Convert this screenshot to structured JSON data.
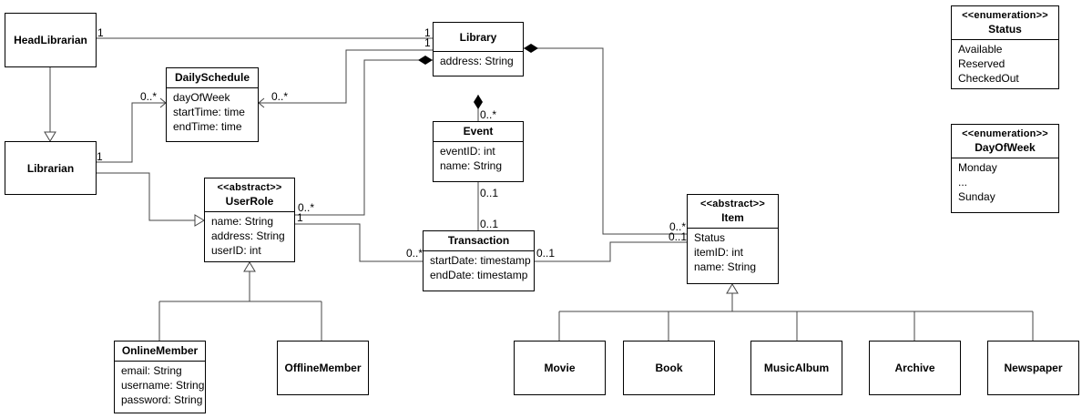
{
  "classes": {
    "head_librarian": {
      "name": "HeadLibrarian"
    },
    "librarian": {
      "name": "Librarian"
    },
    "daily_schedule": {
      "name": "DailySchedule",
      "attributes": [
        "dayOfWeek",
        "startTime: time",
        "endTime: time"
      ]
    },
    "library": {
      "name": "Library",
      "attributes": [
        "address: String"
      ]
    },
    "event": {
      "name": "Event",
      "attributes": [
        "eventID: int",
        "name: String"
      ]
    },
    "user_role": {
      "stereotype": "<<abstract>>",
      "name": "UserRole",
      "attributes": [
        "name: String",
        "address: String",
        "userID: int"
      ]
    },
    "transaction": {
      "name": "Transaction",
      "attributes": [
        "startDate: timestamp",
        "endDate: timestamp"
      ]
    },
    "item": {
      "stereotype": "<<abstract>>",
      "name": "Item",
      "attributes": [
        "Status",
        "itemID: int",
        "name: String"
      ]
    },
    "online_member": {
      "name": "OnlineMember",
      "attributes": [
        "email: String",
        "username: String",
        "password: String"
      ]
    },
    "offline_member": {
      "name": "OfflineMember"
    },
    "movie": {
      "name": "Movie"
    },
    "book": {
      "name": "Book"
    },
    "music_album": {
      "name": "MusicAlbum"
    },
    "archive": {
      "name": "Archive"
    },
    "newspaper": {
      "name": "Newspaper"
    }
  },
  "enumerations": {
    "status": {
      "stereotype": "<<enumeration>>",
      "name": "Status",
      "literals": [
        "Available",
        "Reserved",
        "CheckedOut"
      ]
    },
    "day_of_week": {
      "stereotype": "<<enumeration>>",
      "name": "DayOfWeek",
      "literals": [
        "Monday",
        "...",
        "Sunday"
      ]
    }
  },
  "multiplicities": {
    "head_librarian_end": "1",
    "library_head_end": "1",
    "library_head_end2": "1",
    "schedule_librarian_end": "0..*",
    "librarian_schedule_end": "1",
    "schedule_library_end": "0..*",
    "event_library_end": "0..*",
    "userrole_library_end": "0..*",
    "userrole_transaction_end": "1",
    "transaction_userrole_end": "0..*",
    "event_transaction_end": "0..1",
    "transaction_event_end": "0..1",
    "transaction_item_end": "0..1",
    "item_library_end": "0..*",
    "item_transaction_end": "0..1"
  },
  "colors": {
    "line": "#444444",
    "border": "#000000",
    "background": "#ffffff"
  }
}
